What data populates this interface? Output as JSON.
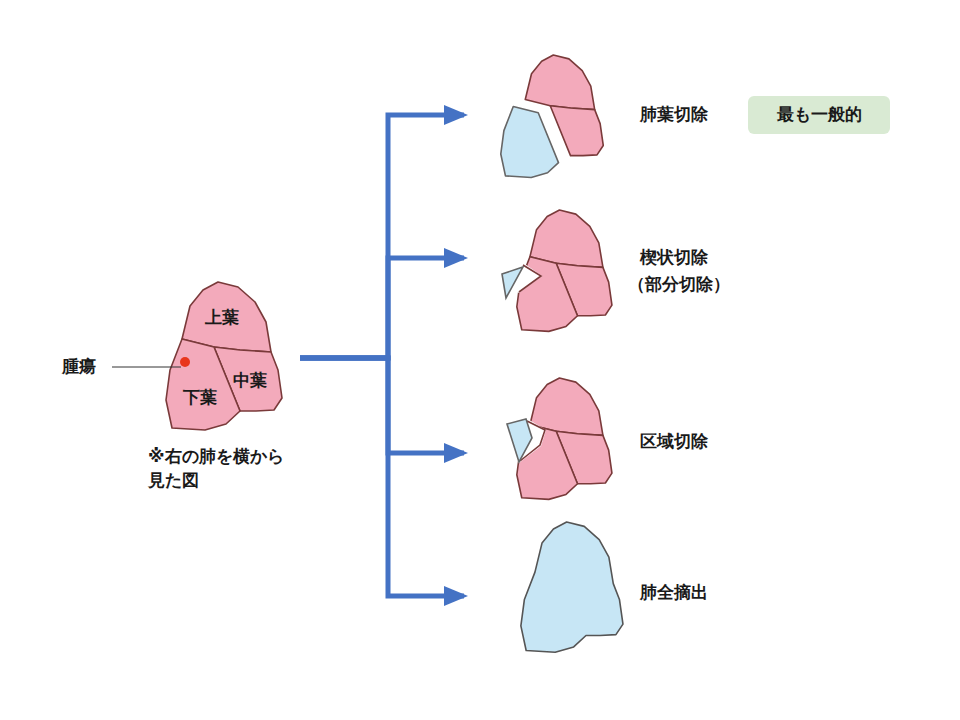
{
  "diagram": {
    "nodes": [
      {
        "text": [
          "※右の肺を横から見た図"
        ]
      },
      {
        "text": [
          "上葉"
        ],
        "in": 0
      },
      {
        "text": [
          "中葉"
        ],
        "in": 0
      },
      {
        "text": [
          "下葉"
        ],
        "in": 0
      },
      {
        "text": [
          "肺葉切除"
        ]
      },
      {
        "text": [
          "最も一般的"
        ]
      },
      {
        "text": [
          "楔状切除",
          "（部分切除）"
        ]
      },
      {
        "text": [
          "区域切除"
        ]
      },
      {
        "text": [
          "肺全摘出"
        ]
      }
    ],
    "edges": [
      {
        "from": 0,
        "to": 4,
        "arrow": "to"
      },
      {
        "from": 0,
        "to": 6,
        "arrow": "to"
      },
      {
        "from": 0,
        "to": 7,
        "arrow": "to"
      },
      {
        "from": 0,
        "to": 8,
        "arrow": "to"
      }
    ],
    "labels": [
      "腫瘍"
    ]
  }
}
